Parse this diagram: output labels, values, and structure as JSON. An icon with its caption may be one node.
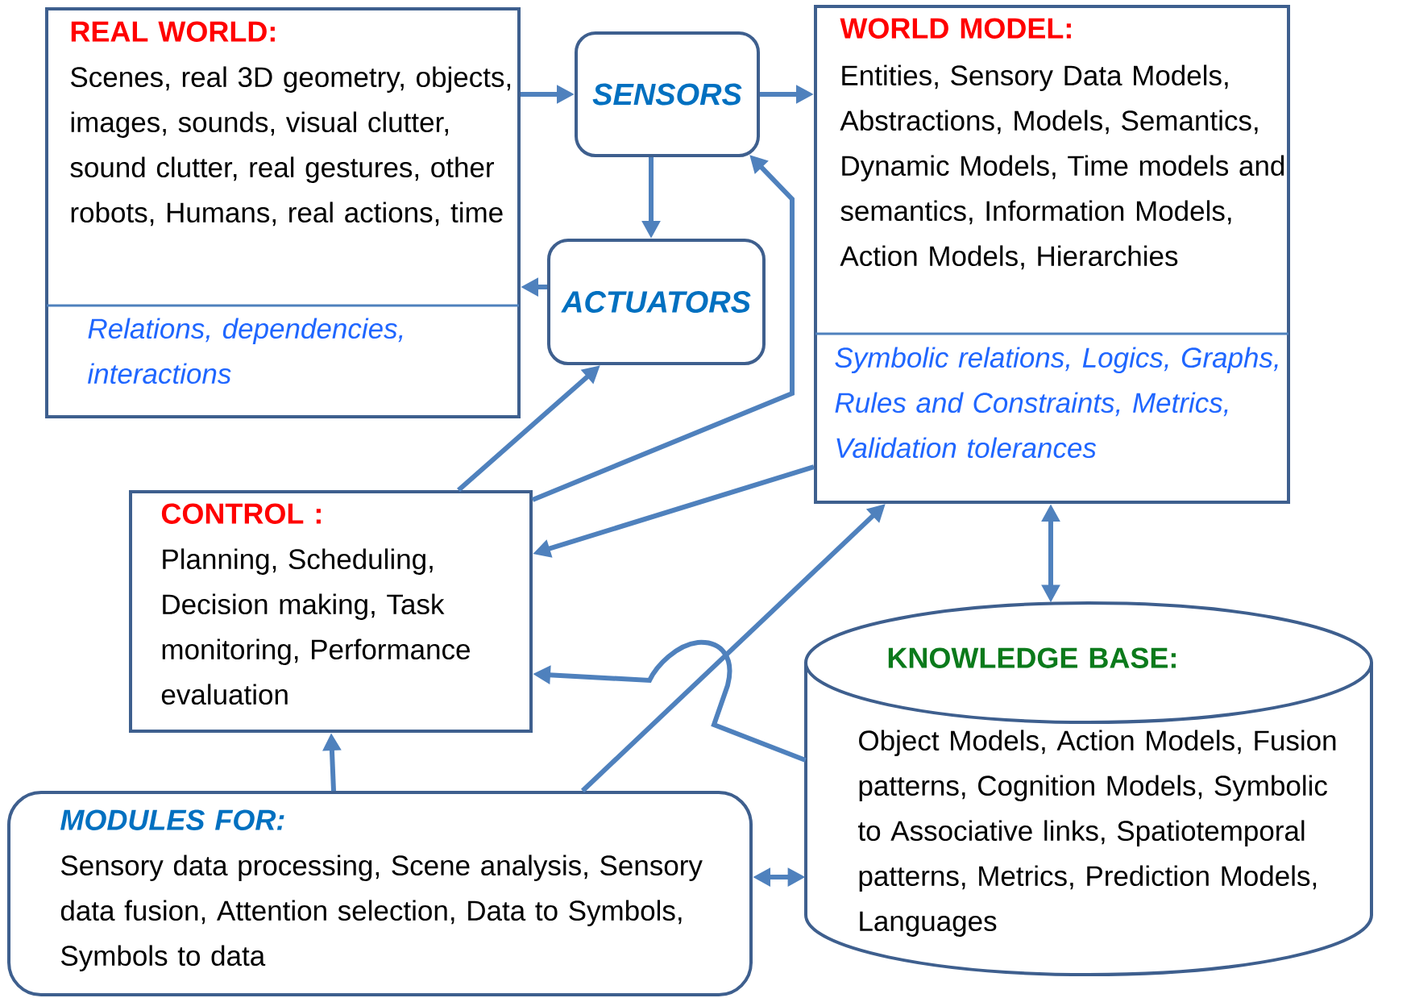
{
  "diagram": {
    "nodes": [
      {
        "text": [
          "REAL WORLD:",
          "Scenes, real 3D geometry, objects, images, sounds, visual clutter, sound clutter, real gestures, other robots, Humans, real actions, time",
          "Relations, dependencies, interactions"
        ]
      },
      {
        "text": [
          "SENSORS"
        ]
      },
      {
        "text": [
          "ACTUATORS"
        ]
      },
      {
        "text": [
          "WORLD MODEL:",
          "Entities, Sensory Data Models, Abstractions, Models, Semantics, Dynamic Models, Time models and semantics, Information Models, Action Models, Hierarchies",
          "Symbolic relations, Logics, Graphs, Rules and Constraints, Metrics, Validation tolerances"
        ]
      },
      {
        "text": [
          "CONTROL :",
          "Planning, Scheduling, Decision making, Task monitoring, Performance evaluation"
        ]
      },
      {
        "text": [
          "KNOWLEDGE BASE:",
          "Object Models, Action Models, Fusion patterns, Cognition Models, Symbolic to Associative links, Spatiotemporal patterns, Metrics, Prediction Models, Languages"
        ]
      },
      {
        "text": [
          "MODULES FOR:",
          "Sensory data processing, Scene analysis, Sensory data fusion, Attention selection, Data to Symbols, Symbols to data"
        ]
      }
    ],
    "edges": [
      {
        "from": 0,
        "to": 1,
        "arrow": "to"
      },
      {
        "from": 1,
        "to": 3,
        "arrow": "to"
      },
      {
        "from": 1,
        "to": 2,
        "arrow": "to"
      },
      {
        "from": 2,
        "to": 0,
        "arrow": "to"
      },
      {
        "from": 4,
        "to": 2,
        "arrow": "to"
      },
      {
        "from": 4,
        "to": 1,
        "arrow": "to"
      },
      {
        "from": 3,
        "to": 4,
        "arrow": "to"
      },
      {
        "from": 5,
        "to": 4,
        "arrow": "to"
      },
      {
        "from": 6,
        "to": 3,
        "arrow": "to"
      },
      {
        "from": 6,
        "to": 4,
        "arrow": "to"
      },
      {
        "from": 3,
        "to": 5,
        "arrow": "both"
      },
      {
        "from": 6,
        "to": 5,
        "arrow": "both"
      }
    ]
  }
}
